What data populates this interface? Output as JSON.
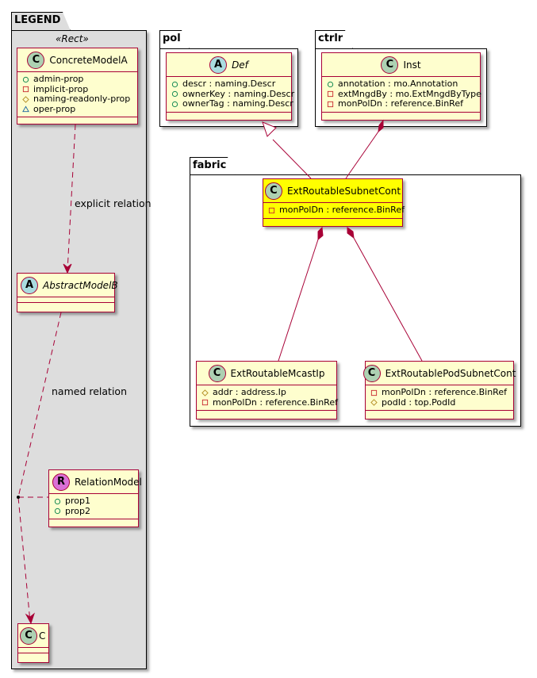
{
  "legend": {
    "package_name": "LEGEND",
    "stereotype": "«Rect»",
    "concrete_model": {
      "badge": "C",
      "name": "ConcreteModelA",
      "attributes": [
        {
          "visibility": "public-circle-icon",
          "text": "admin-prop"
        },
        {
          "visibility": "private-square-icon",
          "text": "implicit-prop"
        },
        {
          "visibility": "protected-diamond-icon",
          "text": "naming-readonly-prop"
        },
        {
          "visibility": "package-triangle-icon",
          "text": "oper-prop"
        }
      ]
    },
    "abstract_model": {
      "badge": "A",
      "name": "AbstractModelB"
    },
    "relation_model": {
      "badge": "R",
      "name": "RelationModel",
      "attributes": [
        {
          "visibility": "public-circle-icon",
          "text": "prop1"
        },
        {
          "visibility": "public-circle-icon",
          "text": "prop2"
        }
      ]
    },
    "class_c": {
      "badge": "C",
      "name": "C"
    },
    "edge_labels": {
      "explicit": "explicit relation",
      "named": "named relation"
    }
  },
  "packages": {
    "pol": {
      "name": "pol",
      "class": {
        "badge": "A",
        "name": "Def",
        "attributes": [
          {
            "visibility": "public-circle-icon",
            "text": "descr : naming.Descr"
          },
          {
            "visibility": "public-circle-icon",
            "text": "ownerKey : naming.Descr"
          },
          {
            "visibility": "public-circle-icon",
            "text": "ownerTag : naming.Descr"
          }
        ]
      }
    },
    "ctrlr": {
      "name": "ctrlr",
      "class": {
        "badge": "C",
        "name": "Inst",
        "attributes": [
          {
            "visibility": "public-circle-icon",
            "text": "annotation : mo.Annotation"
          },
          {
            "visibility": "private-square-icon",
            "text": "extMngdBy : mo.ExtMngdByType"
          },
          {
            "visibility": "private-square-icon",
            "text": "monPolDn : reference.BinRef"
          }
        ]
      }
    },
    "fabric": {
      "name": "fabric",
      "main_class": {
        "badge": "C",
        "name": "ExtRoutableSubnetCont",
        "highlight_color": "#ffff00",
        "attributes": [
          {
            "visibility": "private-square-icon",
            "text": "monPolDn : reference.BinRef"
          }
        ]
      },
      "mcast_class": {
        "badge": "C",
        "name": "ExtRoutableMcastIp",
        "attributes": [
          {
            "visibility": "protected-diamond-icon",
            "text": "addr : address.Ip"
          },
          {
            "visibility": "private-square-icon",
            "text": "monPolDn : reference.BinRef"
          }
        ]
      },
      "pod_class": {
        "badge": "C",
        "name": "ExtRoutablePodSubnetCont",
        "attributes": [
          {
            "visibility": "private-square-icon",
            "text": "monPolDn : reference.BinRef"
          },
          {
            "visibility": "protected-diamond-icon",
            "text": "podId : top.PodId"
          }
        ]
      }
    }
  },
  "colors": {
    "class_fill": "#fefece",
    "class_border": "#a80036",
    "legend_bg": "#dddddd",
    "highlight": "#ffff00",
    "badge_class": "#add1b2",
    "badge_abstract": "#a9dcdf",
    "badge_relation": "#da70d6"
  }
}
